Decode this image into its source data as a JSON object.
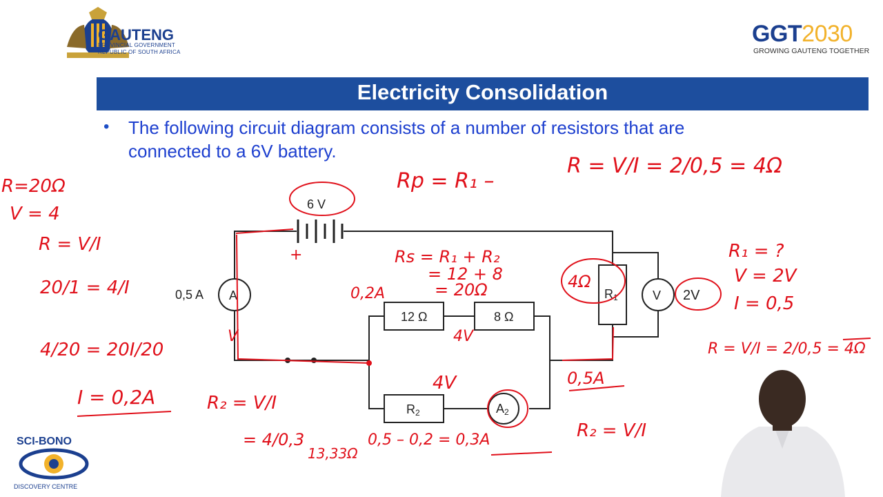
{
  "header": {
    "gov_name": "GAUTENG",
    "gov_sub1": "PROVINCIAL GOVERNMENT",
    "gov_sub2": "REPUBLIC OF SOUTH AFRICA",
    "ggt_main": "GGT",
    "ggt_year": "2030",
    "ggt_tagline": "GROWING GAUTENG TOGETHER"
  },
  "slide": {
    "title": "Electricity Consolidation",
    "bullet_line1": "The following circuit diagram consists of a number of resistors that are",
    "bullet_line2": "connected to a 6V battery."
  },
  "circuit": {
    "battery_label": "6 V",
    "ammeter_current": "0,5 A",
    "ammeter_symbol": "A",
    "resistor_12": "12 Ω",
    "resistor_8": "8 Ω",
    "resistor_r2": "R",
    "resistor_r2_sub": "2",
    "ammeter2_symbol": "A",
    "ammeter2_sub": "2",
    "resistor_r1": "R",
    "resistor_r1_sub": "1",
    "voltmeter_symbol": "V"
  },
  "annotations": {
    "rp": "Rp = R₁ –",
    "r_top": "R  =  V/I  =  2/0,5  = 4Ω",
    "left": [
      "R=20Ω",
      "V = 4",
      "R = V/I",
      "20/1 = 4/I",
      "4/20 = 20I/20",
      "I = 0,2A"
    ],
    "rs": [
      "Rs = R₁ + R₂",
      "= 12 + 8",
      "= 20Ω"
    ],
    "i_02": "0,2A",
    "v_4_top": "4V",
    "v_4_mid": "4V",
    "r1_4ohm": "4Ω",
    "v_2": "2V",
    "i_05": "0,5A",
    "right": [
      "R₁ = ?",
      "V = 2V",
      "I = 0,5",
      "R = V/I = 2/0,5 = 4Ω"
    ],
    "r2_calc": [
      "R₂ = V/I",
      "= 4/0,3",
      "13,33Ω"
    ],
    "i_sub": "0,5 – 0,2 = 0,3A",
    "r2_bottom": "R₂ = V/I",
    "plus": "+",
    "v_small": "V"
  },
  "footer": {
    "scibono_top": "SCI-BONO",
    "scibono_bottom": "DISCOVERY CENTRE"
  }
}
